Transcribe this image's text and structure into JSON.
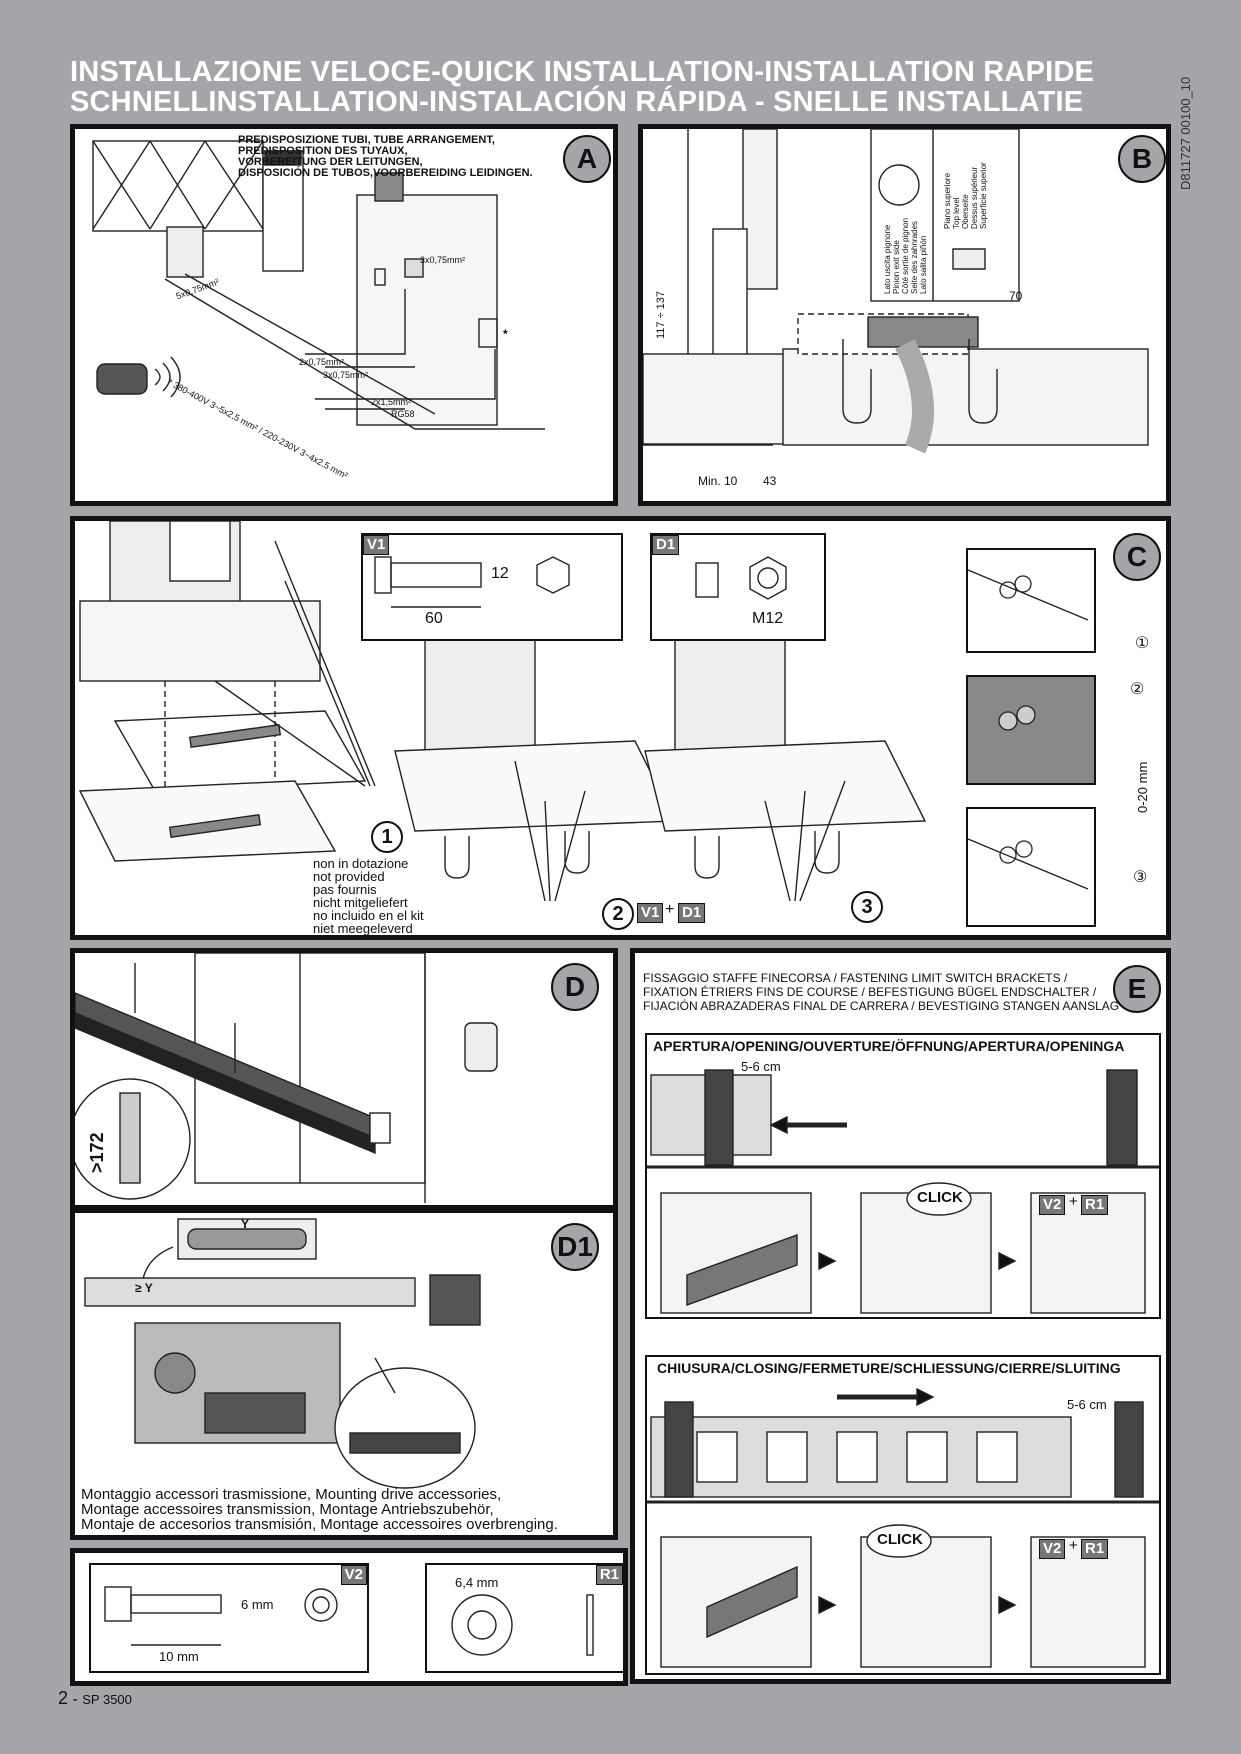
{
  "header": {
    "title_line1": "INSTALLAZIONE VELOCE-QUICK INSTALLATION-INSTALLATION RAPIDE",
    "title_line2": "SCHNELLINSTALLATION-INSTALACIÓN RÁPIDA - SNELLE INSTALLATIE",
    "doc_id": "D811727 00100_10"
  },
  "panelA": {
    "badge": "A",
    "heading": [
      "PREDISPOSIZIONE TUBI, TUBE ARRANGEMENT,",
      "PREDISPOSITION DES TUYAUX,",
      "VORBEREITUNG DER LEITUNGEN,",
      "DISPOSICIÓN DE TUBOS,VOORBEREIDING LEIDINGEN."
    ],
    "labels": [
      "5x0,75mm²",
      "3x0,75mm²",
      "* 380-400V 3~5x2,5 mm² / 220-230V 3~4x2,5 mm²",
      "2x0,75mm²",
      "3x0,75mm²",
      "2x1,5mm²",
      "RG58",
      "*"
    ]
  },
  "panelB": {
    "badge": "B",
    "dim_vertical": "117 ÷ 137",
    "dim_min": "Min. 10",
    "dim_43": "43",
    "dim_70": "70",
    "pinion_side": [
      "Lato uscita pignone",
      "Pinion exit side",
      "Côté sortie de pignon",
      "Seite des zahnrades",
      "Lato salita piñón"
    ],
    "top_level": [
      "Piano superiore",
      "Top level",
      "Oberseite",
      "Dessus supérieur",
      "Superficie superior"
    ]
  },
  "panelC": {
    "badge": "C",
    "v1_tag": "V1",
    "v1_dim_12": "12",
    "v1_dim_60": "60",
    "d1_tag": "D1",
    "d1_dim": "M12",
    "step1": "1",
    "step2": "2",
    "step3": "3",
    "not_provided": [
      "non in dotazione",
      "not provided",
      "pas fournis",
      "nicht mitgeliefert",
      "no incluido en el kit",
      "niet meegeleverd"
    ],
    "combo_v1": "V1",
    "combo_plus": "+",
    "combo_d1": "D1",
    "side1": "①",
    "side2": "②",
    "side3": "③",
    "range": "0-20 mm"
  },
  "panelD": {
    "badge": "D",
    "dim": ">172"
  },
  "panelD1": {
    "badge": "D1",
    "y": "Y",
    "gte_y": "≥ Y",
    "caption": [
      "Montaggio accessori trasmissione, Mounting drive accessories,",
      "Montage accessoires transmission, Montage Antriebszubehör,",
      "Montaje de accesorios transmisión, Montage accessoires overbrenging."
    ]
  },
  "panelV2R1": {
    "v2_tag": "V2",
    "v2_dim_6": "6 mm",
    "v2_dim_10": "10 mm",
    "r1_tag": "R1",
    "r1_dim": "6,4 mm"
  },
  "panelE": {
    "badge": "E",
    "heading": [
      "FISSAGGIO STAFFE FINECORSA / FASTENING LIMIT SWITCH BRACKETS /",
      "FIXATION ÉTRIERS FINS DE COURSE / BEFESTIGUNG BÜGEL ENDSCHALTER /",
      "FIJACIÓN ABRAZADERAS FINAL DE CARRERA / BEVESTIGING STANGEN AANSLAG"
    ],
    "opening": "APERTURA/OPENING/OUVERTURE/ÖFFNUNG/APERTURA/OPENINGA",
    "opening_dim": "5-6 cm",
    "closing": "CHIUSURA/CLOSING/FERMETURE/SCHLIESSUNG/CIERRE/SLUITING",
    "closing_dim": "5-6 cm",
    "click": "CLICK",
    "combo_v2": "V2",
    "combo_plus": "+",
    "combo_r1": "R1"
  },
  "footer": {
    "page": "2",
    "sep": "-",
    "model": "SP 3500"
  }
}
